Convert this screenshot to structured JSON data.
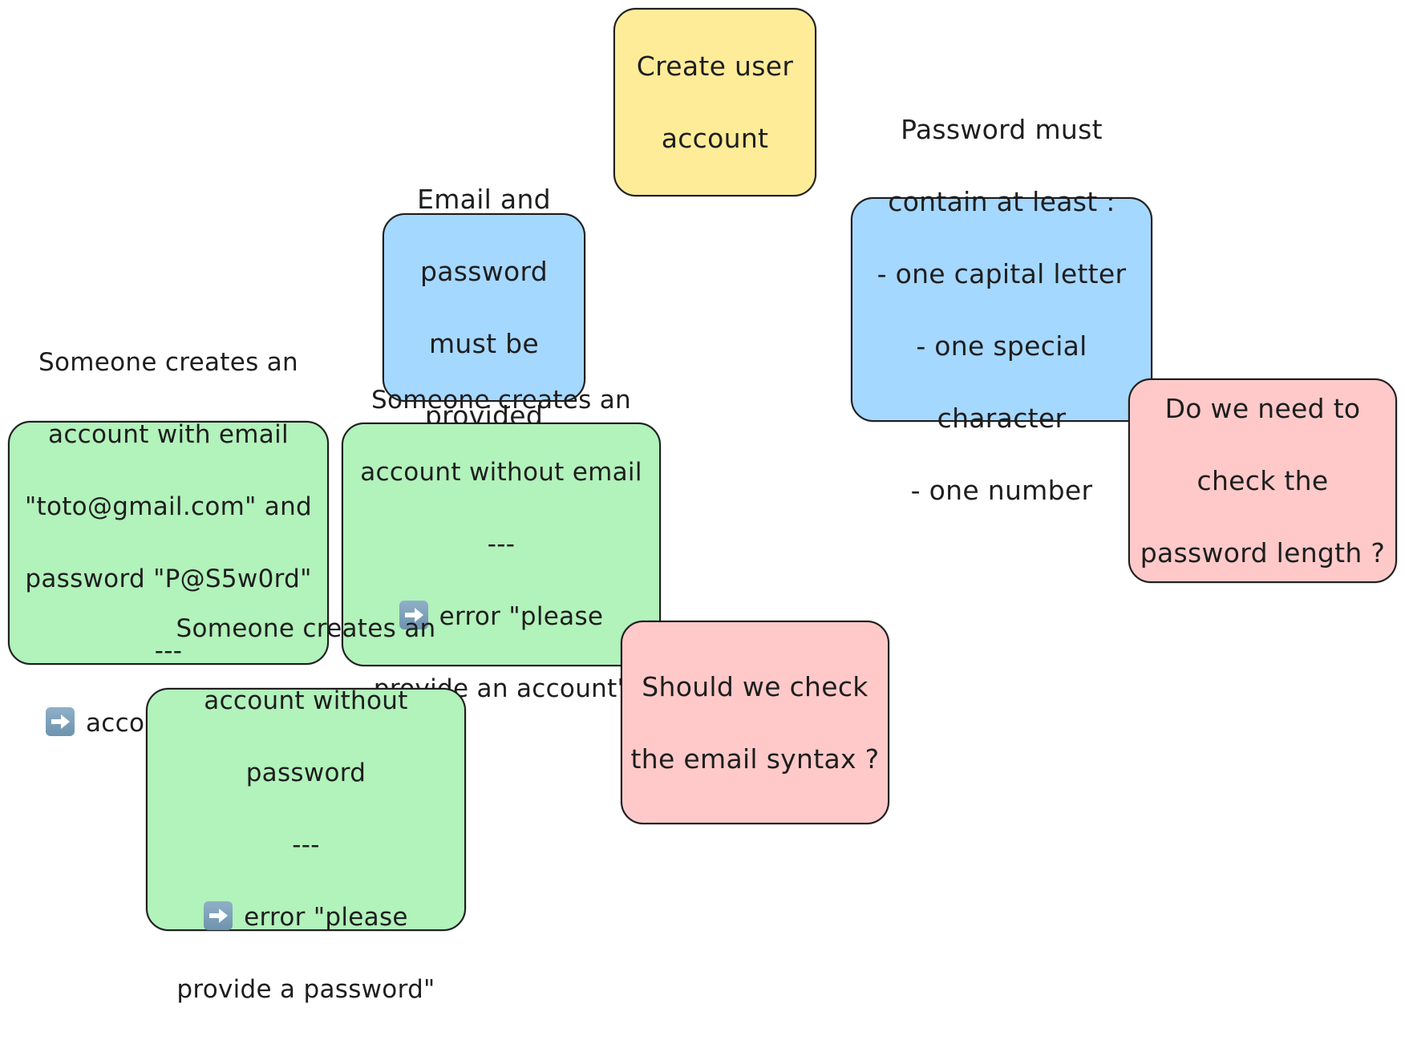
{
  "diagram": {
    "type": "sticky-notes-board",
    "colors": {
      "yellow": "#ffec99",
      "blue": "#a5d8ff",
      "green": "#b2f2bb",
      "pink": "#ffc9c9",
      "stroke": "#1e1e1e"
    },
    "notes": {
      "root": {
        "category": "feature",
        "color": "yellow",
        "lines": [
          "Create user",
          "account"
        ]
      },
      "req_email": {
        "category": "rule",
        "color": "blue",
        "lines": [
          "Email and",
          "password",
          "must be",
          "provided"
        ]
      },
      "req_pass": {
        "category": "rule",
        "color": "blue",
        "lines": [
          "Password must",
          "contain at least :",
          "- one capital letter",
          "- one special",
          "character",
          "- one number"
        ]
      },
      "q_length": {
        "category": "question",
        "color": "pink",
        "lines": [
          "Do we need to",
          "check the",
          "password length ?"
        ]
      },
      "ex_ok": {
        "category": "example",
        "color": "green",
        "lines": [
          "Someone creates an",
          "account with email",
          "\"toto@gmail.com\" and",
          "password \"P@S5w0rd\"",
          "---"
        ],
        "result_icon": "arrow-right-emoji-icon",
        "result": "account created"
      },
      "ex_noemail": {
        "category": "example",
        "color": "green",
        "lines": [
          "Someone creates an",
          "account without email",
          "---"
        ],
        "result_icon": "arrow-right-emoji-icon",
        "result": "error \"please",
        "result_cont": "provide an account\""
      },
      "q_syntax": {
        "category": "question",
        "color": "pink",
        "lines": [
          "Should we check",
          "the email syntax ?"
        ]
      },
      "ex_nopass": {
        "category": "example",
        "color": "green",
        "lines": [
          "Someone creates an",
          "account without",
          "password",
          "---"
        ],
        "result_icon": "arrow-right-emoji-icon",
        "result": "error \"please",
        "result_cont": "provide a password\""
      }
    }
  }
}
